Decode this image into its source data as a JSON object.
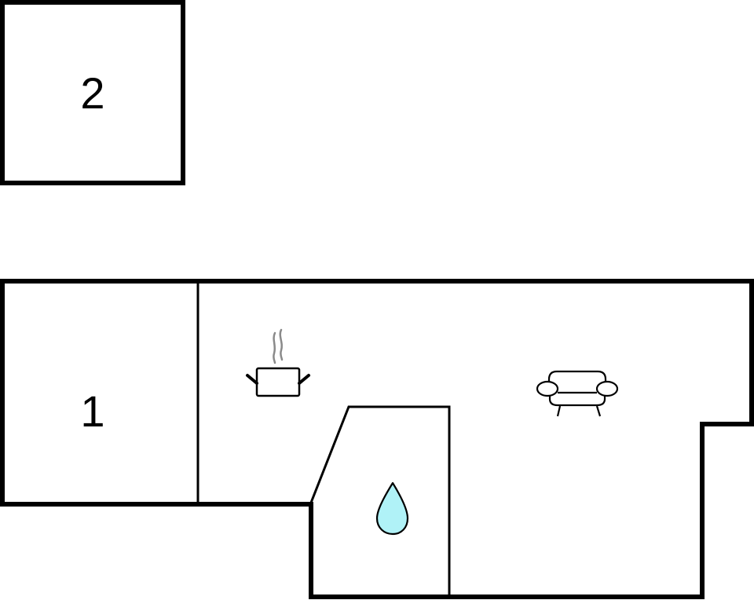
{
  "floorplan": {
    "rooms": [
      {
        "id": "room-2",
        "label": "2",
        "type": "bedroom"
      },
      {
        "id": "room-1",
        "label": "1",
        "type": "bedroom"
      },
      {
        "id": "kitchen",
        "label": "",
        "type": "kitchen",
        "icon": "cooking-pot-icon"
      },
      {
        "id": "living-room",
        "label": "",
        "type": "living-room",
        "icon": "sofa-icon"
      },
      {
        "id": "bathroom",
        "label": "",
        "type": "bathroom",
        "icon": "water-drop-icon"
      }
    ],
    "colors": {
      "wall": "#000000",
      "steam": "#8a8a8a",
      "water": "#b0f2f7",
      "background": "#ffffff"
    }
  }
}
